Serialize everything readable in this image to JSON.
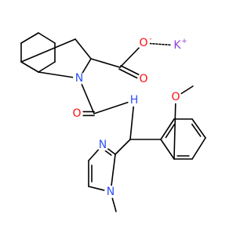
{
  "molecule": {
    "atom_colors": {
      "C": "#000000",
      "O": "#ff0d0d",
      "N": "#3050f8",
      "K": "#8f40d4"
    },
    "atoms": [
      {
        "id": "c1",
        "element": "C",
        "label": ""
      },
      {
        "id": "c2",
        "element": "C",
        "label": ""
      },
      {
        "id": "c3",
        "element": "C",
        "label": ""
      },
      {
        "id": "c4",
        "element": "C",
        "label": ""
      },
      {
        "id": "c5",
        "element": "C",
        "label": ""
      },
      {
        "id": "c6",
        "element": "C",
        "label": ""
      },
      {
        "id": "c7",
        "element": "C",
        "label": ""
      },
      {
        "id": "c8",
        "element": "C",
        "label": ""
      },
      {
        "id": "n1",
        "element": "N",
        "label": "N"
      },
      {
        "id": "c9",
        "element": "C",
        "label": ""
      },
      {
        "id": "o1",
        "element": "O",
        "label": "O"
      },
      {
        "id": "o2",
        "element": "O",
        "label": "O"
      },
      {
        "id": "k1",
        "element": "K",
        "label": "K"
      },
      {
        "id": "c10",
        "element": "C",
        "label": ""
      },
      {
        "id": "o3",
        "element": "O",
        "label": "O"
      },
      {
        "id": "n2",
        "element": "N",
        "label": "H"
      },
      {
        "id": "c11",
        "element": "C",
        "label": ""
      },
      {
        "id": "c12",
        "element": "C",
        "label": ""
      },
      {
        "id": "n3",
        "element": "N",
        "label": "N"
      },
      {
        "id": "c13",
        "element": "C",
        "label": ""
      },
      {
        "id": "c14",
        "element": "C",
        "label": ""
      },
      {
        "id": "n4",
        "element": "N",
        "label": "N"
      },
      {
        "id": "c15",
        "element": "C",
        "label": ""
      },
      {
        "id": "c16",
        "element": "C",
        "label": ""
      },
      {
        "id": "c17",
        "element": "C",
        "label": ""
      },
      {
        "id": "c18",
        "element": "C",
        "label": ""
      },
      {
        "id": "c19",
        "element": "C",
        "label": ""
      },
      {
        "id": "c20",
        "element": "C",
        "label": ""
      },
      {
        "id": "c21",
        "element": "C",
        "label": ""
      },
      {
        "id": "o4",
        "element": "O",
        "label": "O"
      },
      {
        "id": "c22",
        "element": "C",
        "label": ""
      }
    ],
    "charges": [
      {
        "atom": "o1",
        "text": "-"
      },
      {
        "atom": "k1",
        "text": "+"
      }
    ],
    "bonds": [
      {
        "a": "c1",
        "b": "c2",
        "order": 1
      },
      {
        "a": "c2",
        "b": "c3",
        "order": 1
      },
      {
        "a": "c3",
        "b": "c4",
        "order": 1
      },
      {
        "a": "c4",
        "b": "c5",
        "order": 1
      },
      {
        "a": "c5",
        "b": "c6",
        "order": 1
      },
      {
        "a": "c6",
        "b": "c1",
        "order": 1
      },
      {
        "a": "c1",
        "b": "c7",
        "order": 1
      },
      {
        "a": "c7",
        "b": "c8",
        "order": 1
      },
      {
        "a": "c8",
        "b": "n1",
        "order": 1
      },
      {
        "a": "n1",
        "b": "c6",
        "order": 1
      },
      {
        "a": "c8",
        "b": "c9",
        "order": 1
      },
      {
        "a": "c9",
        "b": "o1",
        "order": 1
      },
      {
        "a": "c9",
        "b": "o2",
        "order": 2
      },
      {
        "a": "o1",
        "b": "k1",
        "order": 0
      },
      {
        "a": "n1",
        "b": "c10",
        "order": 1
      },
      {
        "a": "c10",
        "b": "o3",
        "order": 2
      },
      {
        "a": "c10",
        "b": "n2",
        "order": 1
      },
      {
        "a": "n2",
        "b": "c11",
        "order": 1
      },
      {
        "a": "c11",
        "b": "c12",
        "order": 1
      },
      {
        "a": "c12",
        "b": "n3",
        "order": 2
      },
      {
        "a": "n3",
        "b": "c13",
        "order": 1
      },
      {
        "a": "c13",
        "b": "c14",
        "order": 2
      },
      {
        "a": "c14",
        "b": "n4",
        "order": 1
      },
      {
        "a": "n4",
        "b": "c12",
        "order": 1
      },
      {
        "a": "n4",
        "b": "c15",
        "order": 1
      },
      {
        "a": "c11",
        "b": "c16",
        "order": 1
      },
      {
        "a": "c16",
        "b": "c17",
        "order": 2
      },
      {
        "a": "c17",
        "b": "c18",
        "order": 1
      },
      {
        "a": "c18",
        "b": "c19",
        "order": 2
      },
      {
        "a": "c19",
        "b": "c20",
        "order": 1
      },
      {
        "a": "c20",
        "b": "c21",
        "order": 2
      },
      {
        "a": "c21",
        "b": "c16",
        "order": 1
      },
      {
        "a": "c21",
        "b": "o4",
        "order": 1
      },
      {
        "a": "o4",
        "b": "c22",
        "order": 1
      }
    ]
  }
}
